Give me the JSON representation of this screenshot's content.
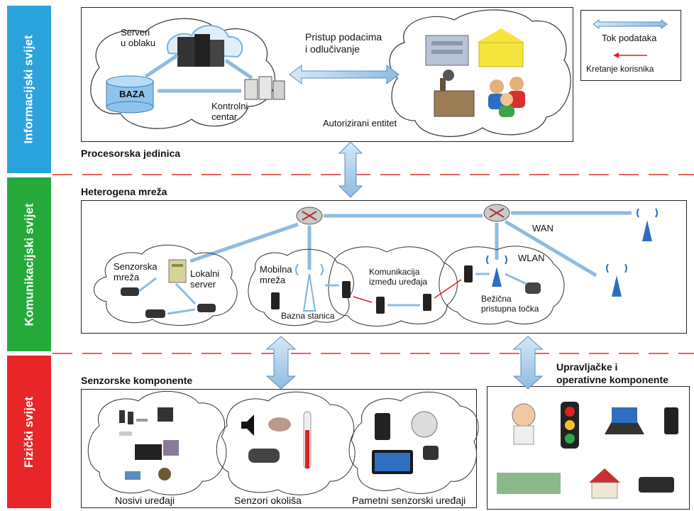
{
  "layers": {
    "info": {
      "label": "Informacijski svijet",
      "color": "#2aa3dc"
    },
    "comm": {
      "label": "Komunikacijski svijet",
      "color": "#25a93b"
    },
    "phys": {
      "label": "Fizički svijet",
      "color": "#e8262a"
    }
  },
  "info_world": {
    "cloud_servers": "Serveri\nu oblaku",
    "database": "BAZA",
    "control_center": "Kontrolni\ncentar",
    "data_access": "Pristup podacima\ni odlučivanje",
    "authorized": "Autorizirani entitet",
    "section_title": "Procesorska jedinica"
  },
  "legend": {
    "data_flow": "Tok podataka",
    "user_movement": "Kretanje korisnika"
  },
  "comm_world": {
    "section_title": "Heterogena mreža",
    "sensor_network": "Senzorska\nmreža",
    "local_server": "Lokalni\nserver",
    "mobile_network": "Mobilna\nmreža",
    "base_station": "Bazna stanica",
    "d2d": "Komunikacija\nizmeđu uređaja",
    "wlan": "WLAN",
    "wan": "WAN",
    "access_point": "Bežična\npristupna točka"
  },
  "phys_world": {
    "sensor_title": "Senzorske komponente",
    "control_title": "Upravljačke i\noperativne komponente",
    "wearables": "Nosivi uređaji",
    "env_sensors": "Senzori okoliša",
    "smart_devices": "Pametni senzorski uređaji"
  },
  "colors": {
    "arrow": "#a9cbe8",
    "arrow_stroke": "#5a8fc0",
    "dash": "#d9302e",
    "user_arrow": "#e02020"
  }
}
